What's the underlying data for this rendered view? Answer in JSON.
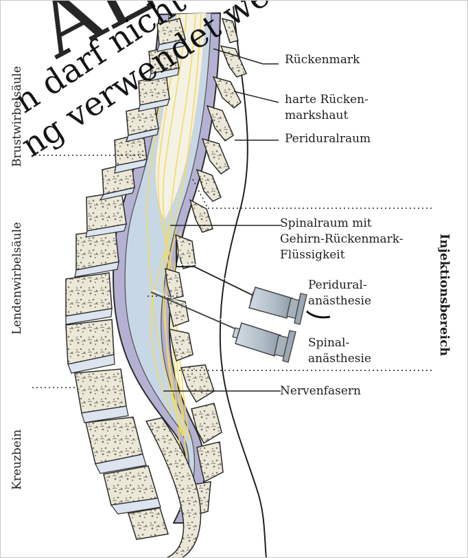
{
  "labels": {
    "rueckenmark": "Rückenmark",
    "harte_1": "harte Rücken-",
    "harte_2": "markshaut",
    "periduralraum": "Periduralraum",
    "spinalraum_1": "Spinalraum mit",
    "spinalraum_2": "Gehirn-Rückenmark-",
    "spinalraum_3": "Flüssigkeit",
    "peridural_1": "Peridural-",
    "peridural_2": "anästhesie",
    "spinal_1": "Spinal-",
    "spinal_2": "anästhesie",
    "nervenfasern": "Nervenfasern",
    "brustwirbelsaeule": "Brustwirbelsäule",
    "lendenwirbelsaeule": "Lendenwirbelsäule",
    "kreuzbein": "Kreuzbein",
    "injektionsbereich": "Injektionsbereich"
  },
  "watermark": {
    "line1": "n darf nicht für die",
    "line2": "ng verwendet werden",
    "big": "AL"
  },
  "colors": {
    "bone_fill": "#ece8d8",
    "bone_outline": "#2a2a2a",
    "disc_fill": "#dbe4ef",
    "membrane_purple": "#b5b1d3",
    "csf_blue": "#c7d7e6",
    "cord_white": "#f4f1e5",
    "nerve_yellow": "#f5db55",
    "syringe_gray": "#bac5ce",
    "line": "#222222"
  }
}
